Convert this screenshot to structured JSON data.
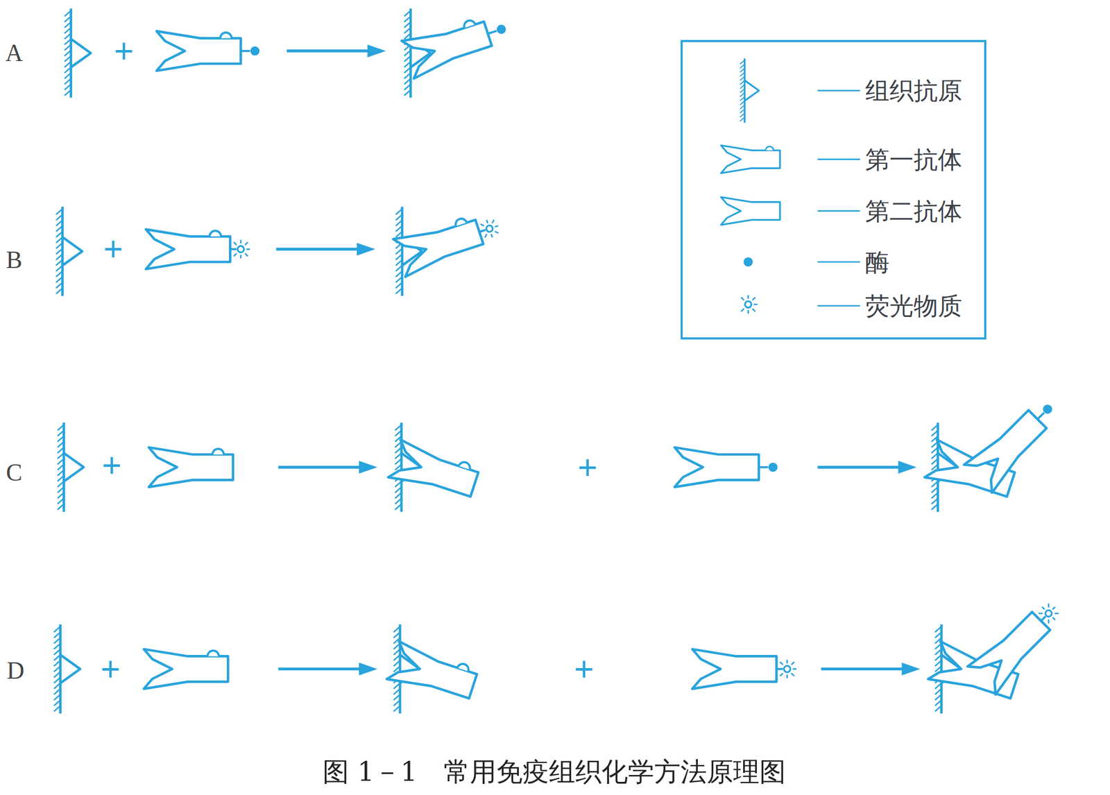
{
  "diagram": {
    "caption": "图 1－1　常用免疫组织化学方法原理图",
    "labels": [
      "A",
      "+",
      "B",
      "+",
      "C",
      "+",
      "+",
      "D",
      "+",
      "+"
    ],
    "legend": [
      {
        "text": "组织抗原"
      },
      {
        "text": "第一抗体"
      },
      {
        "text": "第二抗体"
      },
      {
        "text": "酶"
      },
      {
        "text": "荧光物质"
      }
    ]
  }
}
